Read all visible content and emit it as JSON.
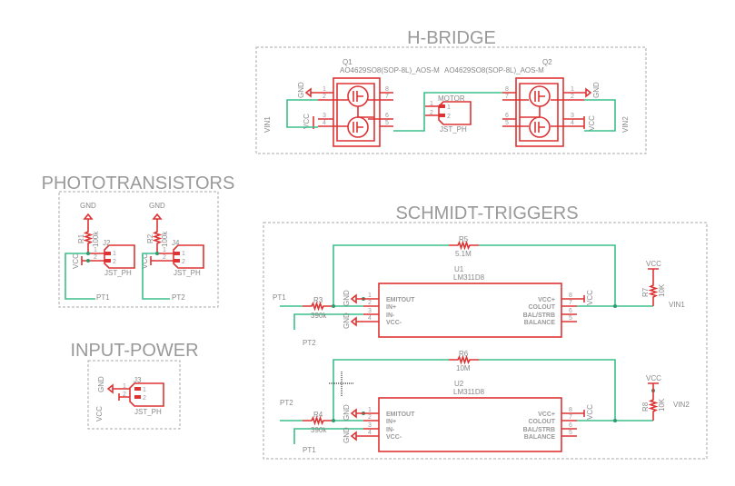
{
  "sheets": {
    "hbridge": "H-BRIDGE",
    "phototransistors": "PHOTOTRANSISTORS",
    "input_power": "INPUT-POWER",
    "schmidt_triggers": "SCHMIDT-TRIGGERS"
  },
  "nets": {
    "gnd": "GND",
    "vcc": "VCC",
    "vin1": "VIN1",
    "vin2": "VIN2",
    "pt1": "PT1",
    "pt2": "PT2"
  },
  "hbridge": {
    "q1": {
      "name": "Q1",
      "value": "AO4629SO8(SOP-8L)_AOS-M",
      "pins_left": [
        "1",
        "2",
        "3",
        "4"
      ],
      "pins_right": [
        "8",
        "7",
        "6",
        "5"
      ]
    },
    "q2": {
      "name": "Q2",
      "value": "AO4629SO8(SOP-8L)_AOS-M",
      "pins_left": [
        "8",
        "7",
        "6",
        "5"
      ],
      "pins_right": [
        "1",
        "2",
        "3",
        "4"
      ]
    },
    "motor": {
      "name": "MOTOR",
      "value": "JST_PH",
      "pins": [
        "1",
        "2"
      ]
    }
  },
  "phototransistors": {
    "r1": {
      "name": "R1",
      "value": "100k"
    },
    "r2": {
      "name": "R2",
      "value": "100k"
    },
    "j2": {
      "name": "J2",
      "value": "JST_PH",
      "pins": [
        "1",
        "2"
      ]
    },
    "j4": {
      "name": "J4",
      "value": "JST_PH",
      "pins": [
        "1",
        "2"
      ]
    }
  },
  "input_power": {
    "j3": {
      "name": "J3",
      "value": "JST_PH",
      "pins": [
        "1",
        "2"
      ]
    }
  },
  "schmidt": {
    "comparator_pins_left": [
      {
        "num": "1",
        "label": "EMITOUT"
      },
      {
        "num": "2",
        "label": "IN+"
      },
      {
        "num": "3",
        "label": "IN-"
      },
      {
        "num": "4",
        "label": "VCC-"
      }
    ],
    "comparator_pins_right": [
      {
        "num": "8",
        "label": "VCC+"
      },
      {
        "num": "7",
        "label": "COLOUT"
      },
      {
        "num": "6",
        "label": "BAL/STRB"
      },
      {
        "num": "5",
        "label": "BALANCE"
      }
    ],
    "u1": {
      "name": "U1",
      "value": "LM311D8",
      "r_in": {
        "name": "R3",
        "value": "390k"
      },
      "r_fb": {
        "name": "R5",
        "value": "5.1M"
      },
      "r_pu": {
        "name": "R7",
        "value": "10K"
      }
    },
    "u2": {
      "name": "U2",
      "value": "LM311D8",
      "r_in": {
        "name": "R4",
        "value": "390k"
      },
      "r_fb": {
        "name": "R6",
        "value": "10M"
      },
      "r_pu": {
        "name": "R8",
        "value": "10K"
      }
    }
  },
  "colors": {
    "wire": "#3bbf8a",
    "symbol": "#dd3333",
    "frame": "#aaaaaa",
    "text": "#888888"
  }
}
